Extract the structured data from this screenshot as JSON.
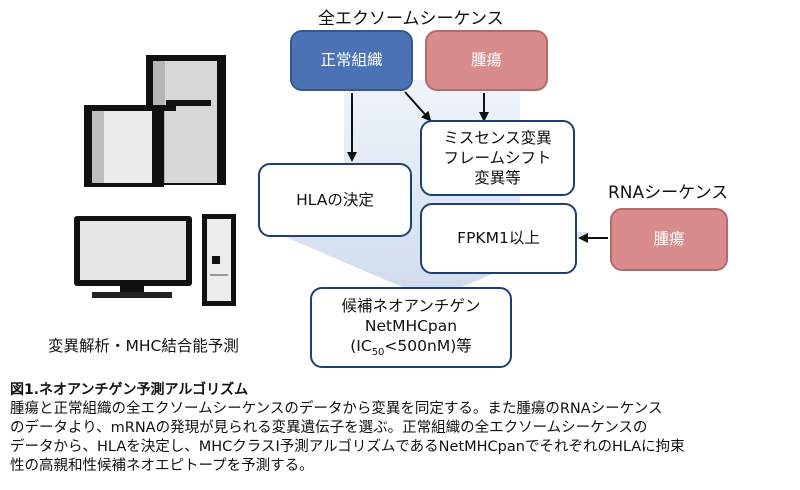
{
  "diagram": {
    "title_wes": "全エクソームシーケンス",
    "title_rna": "RNAシーケンス",
    "normal_tissue": "正常組織",
    "tumor": "腫瘍",
    "tumor_rna": "腫瘍",
    "mutations": "ミスセンス変異\nフレームシフト\n変異等",
    "hla": "HLAの決定",
    "fpkm": "FPKM1以上",
    "candidate": {
      "line1": "候補ネオアンチゲン",
      "line2": "NetMHCpan",
      "line3_pre": "(IC",
      "line3_sub": "50",
      "line3_post": "<500nM)等"
    },
    "computer_label": "変異解析・MHC結合能予測"
  },
  "caption": {
    "title": "図1.ネオアンチゲン予測アルゴリズム",
    "line1": "腫瘍と正常組織の全エクソームシーケンスのデータから変異を同定する。また腫瘍のRNAシーケンス",
    "line2": "のデータより、mRNAの発現が見られる変異遺伝子を選ぶ。正常組織の全エクソームシーケンスの",
    "line3": "データから、HLAを決定し、MHCクラスI予測アルゴリズムであるNetMHCpanでそれぞれのHLAに拘束",
    "line4": "性の高親和性候補ネオエピトープを予測する。"
  }
}
